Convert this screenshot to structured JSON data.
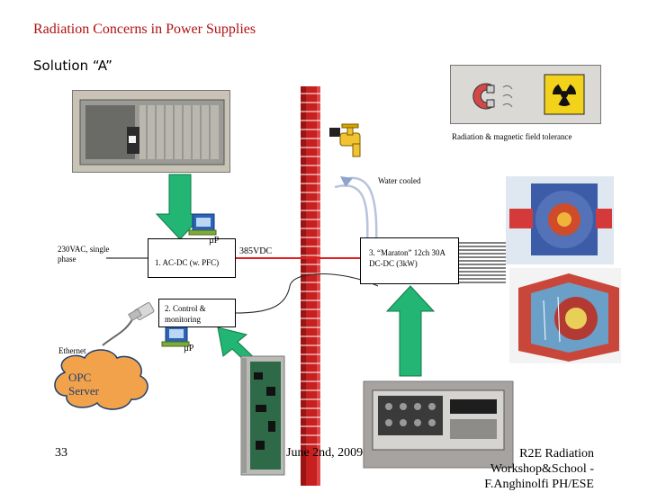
{
  "slide": {
    "title": "Radiation Concerns in Power Supplies",
    "subtitle": "Solution “A”",
    "labels": {
      "radiation": "Radiation & magnetic field tolerance",
      "water": "Water cooled",
      "input": "230VAC, single phase",
      "ac_dc": "1. AC-DC (w. PFC)",
      "vdc": "385VDC",
      "maraton": "3. “Maraton” 12ch 30A DC-DC (3kW)",
      "control": "2. Control & monitoring",
      "up1": "µP",
      "up2": "µP",
      "ethernet": "Ethernet",
      "opc": "OPC Server"
    },
    "footer": {
      "page": "33",
      "date": "June 2nd, 2009",
      "event": "R2E Radiation Workshop&School - F.Anghinolfi PH/ESE"
    }
  },
  "colors": {
    "title": "#b01010",
    "wire": "#e02020",
    "wall": "#c62020",
    "arrow": "#22b573",
    "cloud": "#f2a24a"
  },
  "icons": [
    "radiation-magnet-icon",
    "radiation-trefoil-icon",
    "water-tap-icon",
    "computer-icon",
    "ethernet-plug-icon"
  ]
}
